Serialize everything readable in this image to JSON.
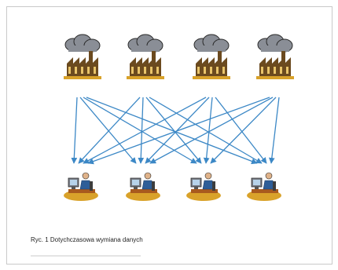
{
  "caption": "Ryc. 1 Dotychczasowa wymiana danych",
  "colors": {
    "arrow": "#3c88c6",
    "label": "#c8401c",
    "cloud": "#8a8e96",
    "factory": "#6b4a1f",
    "ground": "#d9a22a",
    "person": "#2e5e98",
    "desk": "#a85a1e"
  },
  "factories": [
    {
      "label": "",
      "icon": "factory-icon"
    },
    {
      "label": "",
      "icon": "factory-icon"
    },
    {
      "label": "",
      "icon": "factory-icon"
    },
    {
      "label": "",
      "icon": "factory-icon"
    }
  ],
  "users": [
    {
      "label": "",
      "icon": "computer-user-icon"
    },
    {
      "label": "",
      "icon": "computer-user-icon"
    },
    {
      "label": "",
      "icon": "computer-user-icon"
    },
    {
      "label": "",
      "icon": "computer-user-icon"
    }
  ],
  "connections": [
    [
      0,
      0
    ],
    [
      0,
      1
    ],
    [
      0,
      2
    ],
    [
      0,
      3
    ],
    [
      1,
      0
    ],
    [
      1,
      1
    ],
    [
      1,
      2
    ],
    [
      1,
      3
    ],
    [
      2,
      0
    ],
    [
      2,
      1
    ],
    [
      2,
      2
    ],
    [
      2,
      3
    ],
    [
      3,
      0
    ],
    [
      3,
      1
    ],
    [
      3,
      2
    ],
    [
      3,
      3
    ]
  ]
}
